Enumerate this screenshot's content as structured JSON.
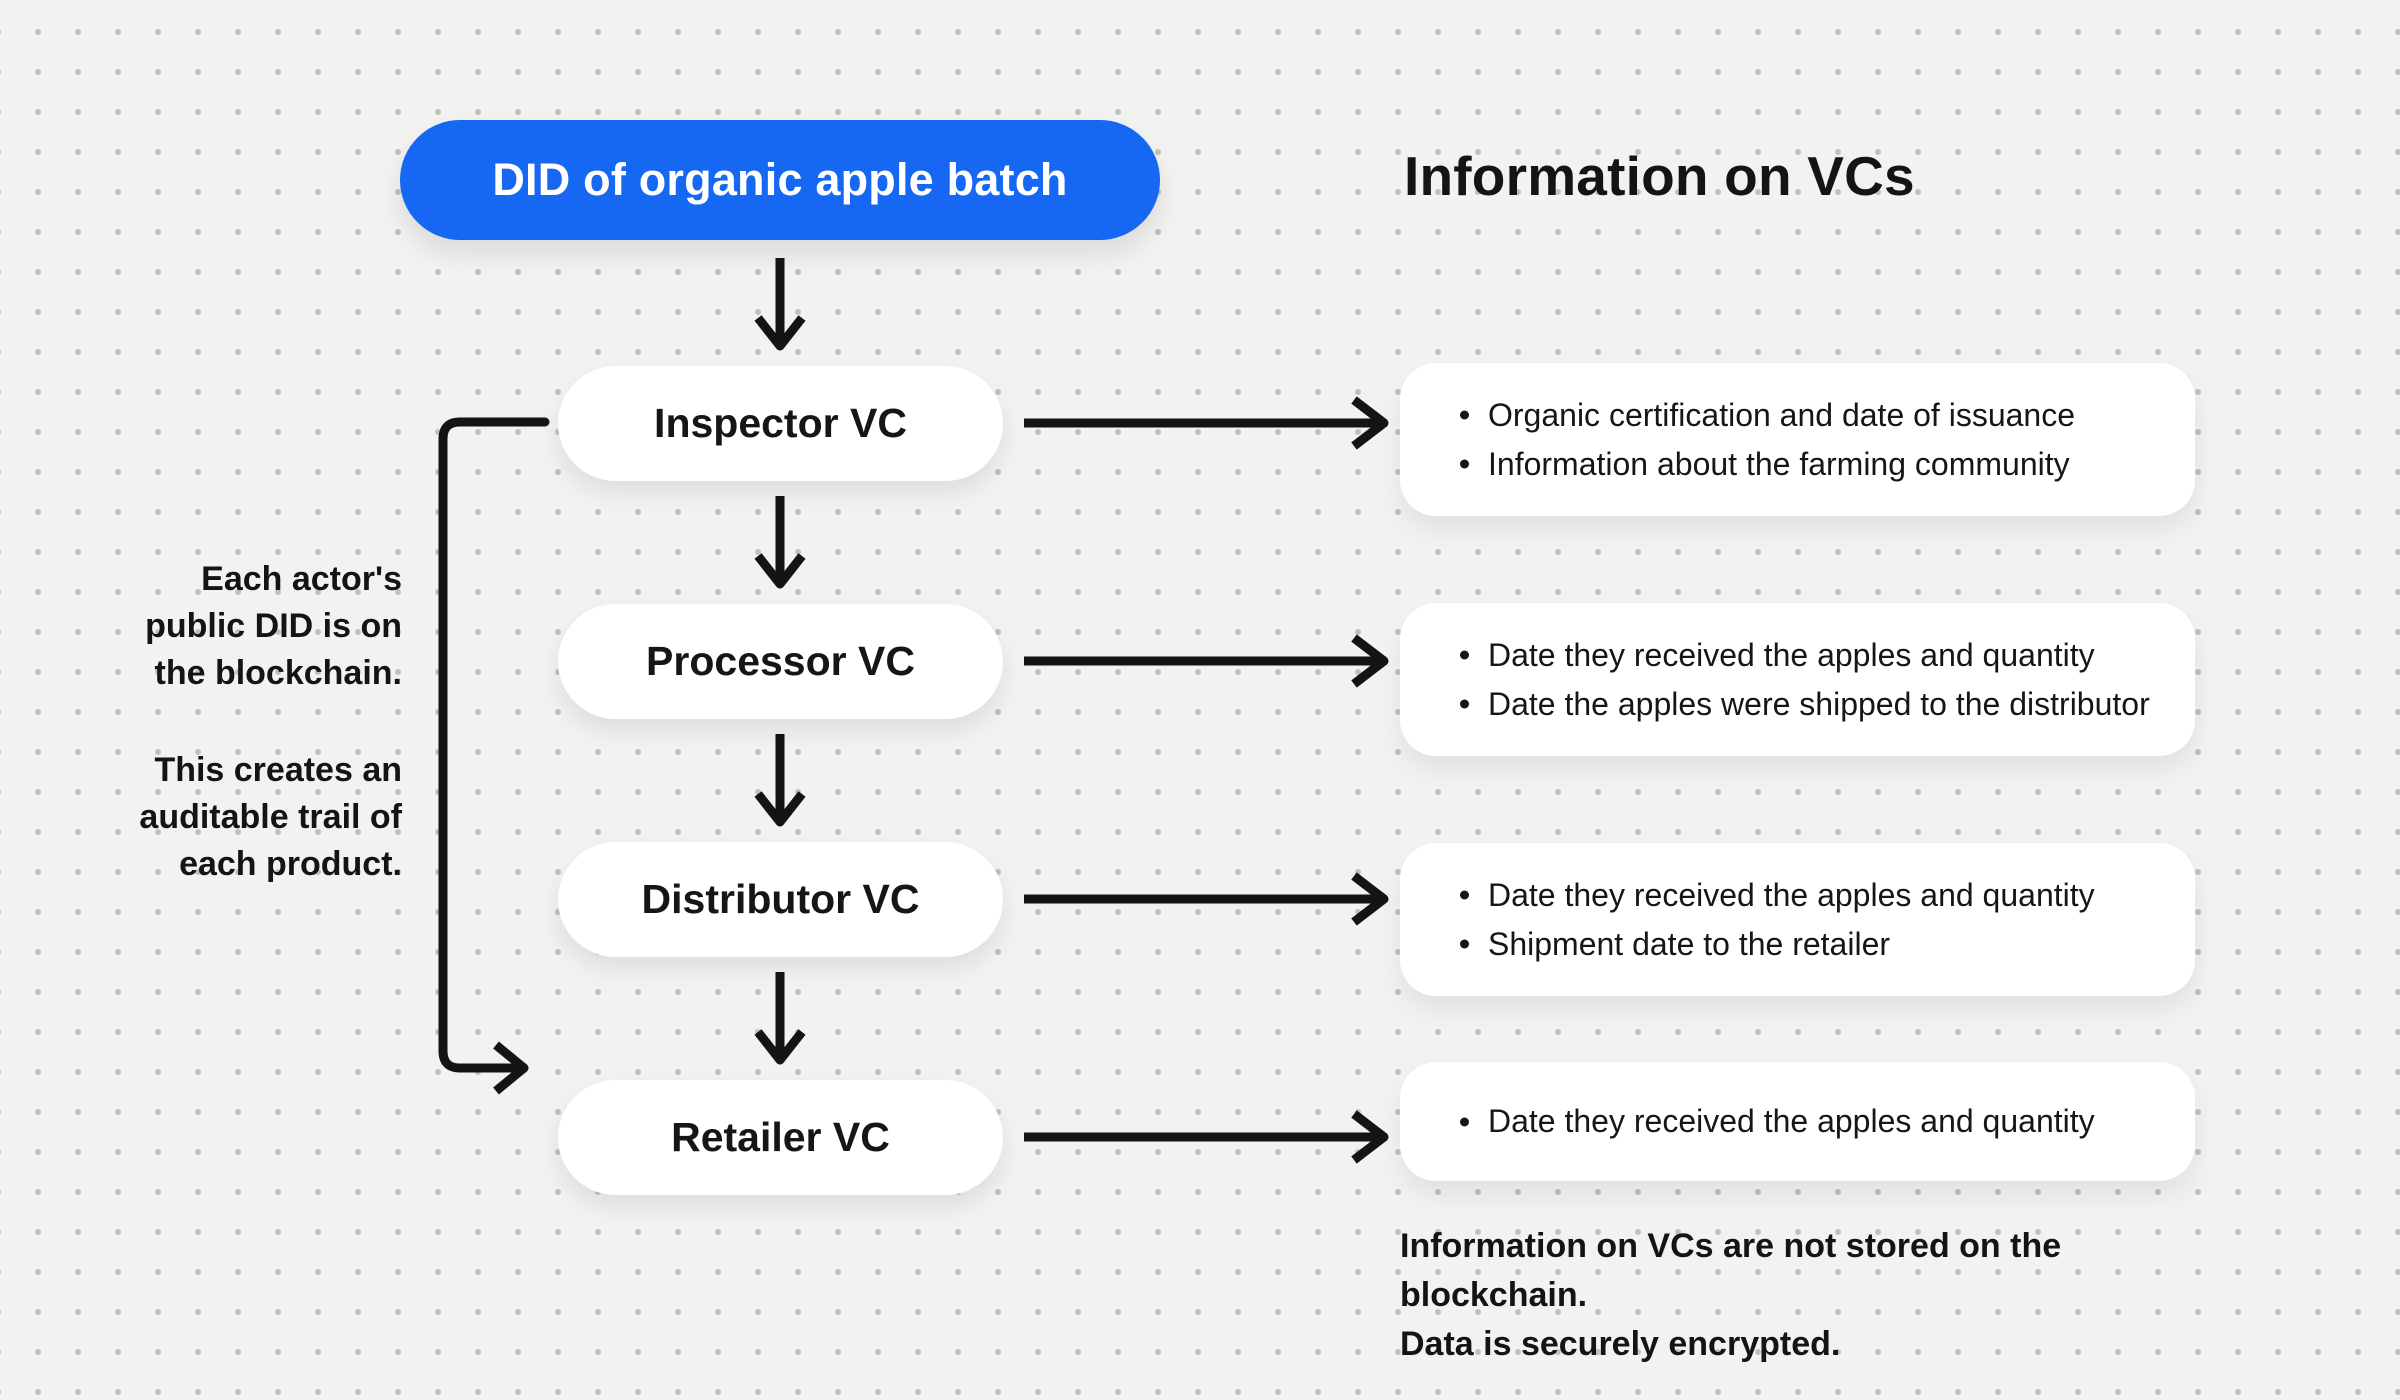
{
  "palette": {
    "accent_blue": "#1667F2",
    "background": "#F2F2F0",
    "text": "#141414",
    "card": "#FFFFFF"
  },
  "header": {
    "did_label": "DID of organic apple batch",
    "info_title": "Information on VCs"
  },
  "flow": {
    "nodes": [
      {
        "label": "Inspector VC"
      },
      {
        "label": "Processor VC"
      },
      {
        "label": "Distributor VC"
      },
      {
        "label": "Retailer VC"
      }
    ]
  },
  "info_cards": [
    {
      "bullets": [
        "Organic certification and date of issuance",
        "Information about the farming community"
      ]
    },
    {
      "bullets": [
        "Date they received the apples and quantity",
        "Date the apples were shipped to the distributor"
      ]
    },
    {
      "bullets": [
        "Date they received the apples and quantity",
        "Shipment date to the retailer"
      ]
    },
    {
      "bullets": [
        "Date they received the apples and quantity"
      ]
    }
  ],
  "side_note": {
    "para1": "Each actor's public DID is on the blockchain.",
    "para2": "This creates an auditable trail of each product."
  },
  "footer_note": {
    "line1": "Information on VCs are not stored on the blockchain.",
    "line2": "Data is securely encrypted."
  }
}
